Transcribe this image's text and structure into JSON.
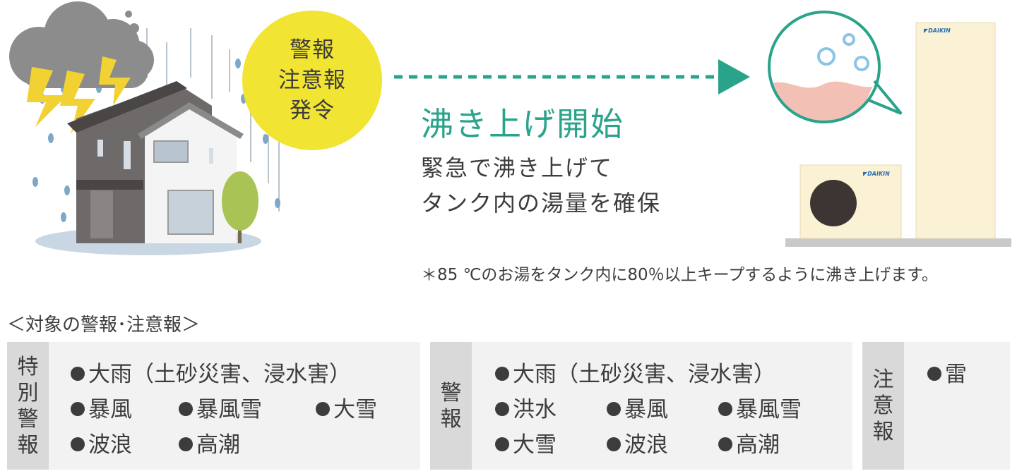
{
  "badge": {
    "lines": [
      "警報",
      "注意報",
      "発令"
    ]
  },
  "headline": "沸き上げ開始",
  "description": [
    "緊急で沸き上げて",
    "タンク内の湯量を確保"
  ],
  "note": "＊85 ℃のお湯をタンク内に80％以上キープするように沸き上げます。",
  "brand": "DAIKIN",
  "target_title": "＜対象の警報･注意報＞",
  "groups": [
    {
      "tag": [
        "特",
        "別",
        "警",
        "報"
      ],
      "items": [
        "大雨（土砂災害、浸水害）",
        "暴風",
        "暴風雪",
        "大雪",
        "波浪",
        "高潮"
      ]
    },
    {
      "tag": [
        "警",
        "報"
      ],
      "items": [
        "大雨（土砂災害、浸水害）",
        "洪水",
        "暴風",
        "暴風雪",
        "大雪",
        "波浪",
        "高潮"
      ]
    },
    {
      "tag": [
        "注",
        "意",
        "報"
      ],
      "items": [
        "雷"
      ]
    }
  ],
  "colors": {
    "accent": "#2aa38b",
    "badge": "#f2e433",
    "tag_bg": "#d9d9d9",
    "box_bg": "#f2f2f2",
    "unit": "#fbf1d4"
  }
}
